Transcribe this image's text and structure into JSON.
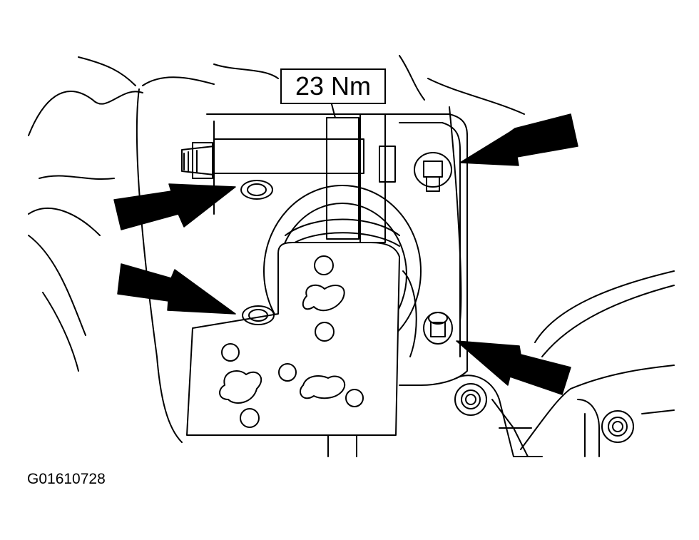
{
  "diagram": {
    "torque_label": "23 Nm",
    "figure_id": "G01610728",
    "arrow_count": 4,
    "line_color": "#000000",
    "background_color": "#ffffff"
  }
}
